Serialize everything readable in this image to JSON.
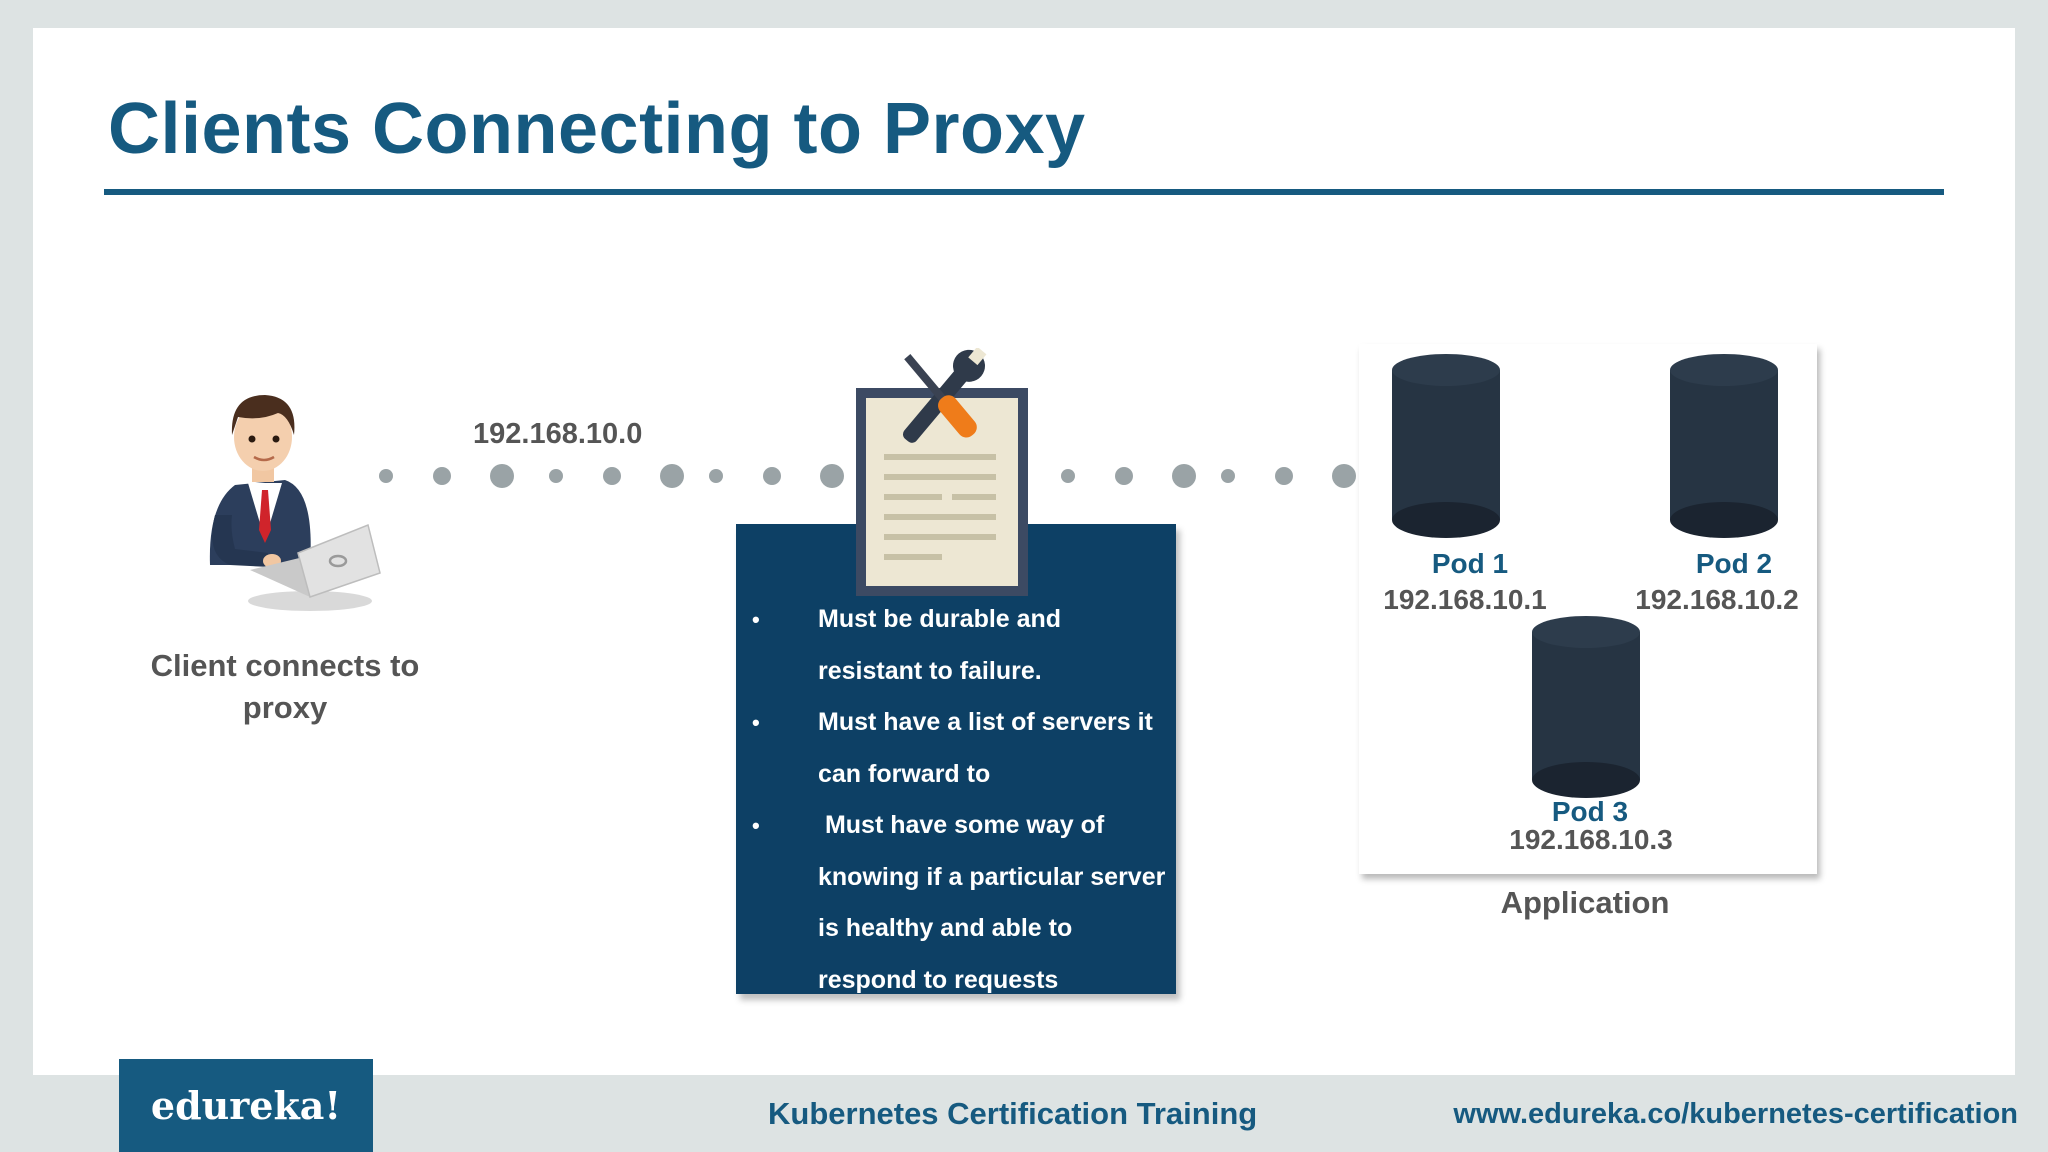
{
  "title": "Clients Connecting to Proxy",
  "client": {
    "ip": "192.168.10.0",
    "caption_line1": "Client connects to",
    "caption_line2": "proxy"
  },
  "proxy": {
    "requirements": [
      "Must be durable and resistant to failure.",
      "Must have a list of servers it can forward to",
      " Must have some way of knowing if a particular server is healthy and able to respond to requests"
    ],
    "bullet": "•"
  },
  "application": {
    "caption": "Application",
    "pods": [
      {
        "name": "Pod 1",
        "ip": "192.168.10.1"
      },
      {
        "name": "Pod 2",
        "ip": "192.168.10.2"
      },
      {
        "name": "Pod 3",
        "ip": "192.168.10.3"
      }
    ]
  },
  "footer": {
    "logo": "edureka!",
    "course": "Kubernetes Certification Training",
    "url": "www.edureka.co/kubernetes-certification"
  },
  "colors": {
    "brand_blue": "#165a80",
    "proxy_box": "#0d4065",
    "pod_body": "#263443",
    "dot_gray": "#9aa3a6"
  }
}
